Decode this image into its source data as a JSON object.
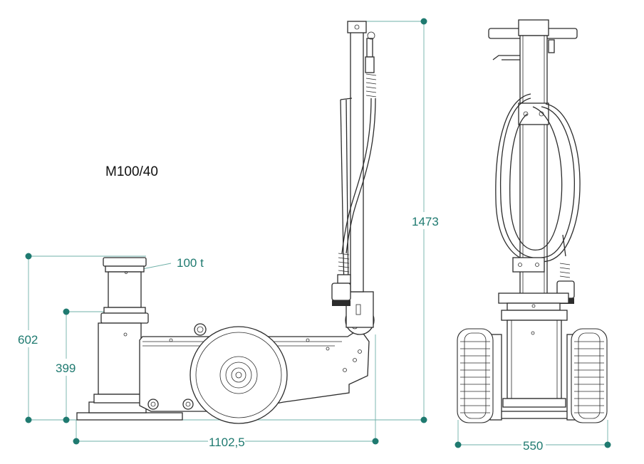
{
  "diagram": {
    "model": "M100/40",
    "capacity_label": "100 t",
    "dimensions": {
      "total_height": "1473",
      "max_lift_height": "602",
      "min_height": "399",
      "length": "1102,5",
      "width": "550"
    },
    "colors": {
      "dimension_line": "#6fb0a8",
      "dimension_dot": "#1f7a70",
      "outline": "#2c2c2c"
    }
  }
}
